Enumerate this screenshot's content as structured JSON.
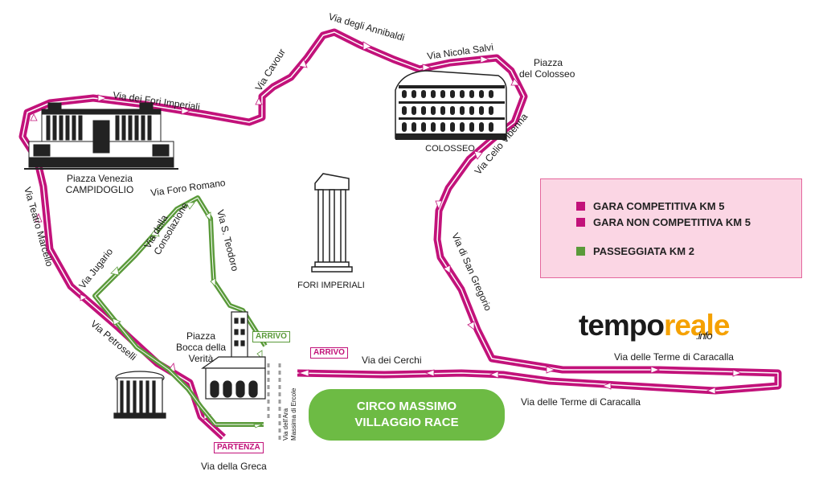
{
  "colors": {
    "competitive": "#c2127a",
    "walk": "#5a9a3a",
    "legend_bg": "#fbd6e4",
    "legend_border": "#e4679d",
    "circo": "#6dbb44",
    "brand_orange": "#f5a100"
  },
  "streets": {
    "fori_imperiali": "Via dei Fori Imperiali",
    "cavour": "Via Cavour",
    "annibaldi": "Via degli Annibaldi",
    "nicola_salvi": "Via Nicola Salvi",
    "piazza_colosseo_1": "Piazza",
    "piazza_colosseo_2": "del Colosseo",
    "celio": "Via Celio Vibenna",
    "san_gregorio": "Via di San Gregorio",
    "caracalla_top": "Via delle Terme di Caracalla",
    "caracalla_bottom": "Via delle Terme di Caracalla",
    "cerchi": "Via dei Cerchi",
    "teatro_marcello": "Via Teatro Marcello",
    "petroselli": "Via Petroselli",
    "greca": "Via della Greca",
    "jugario": "Via Jugario",
    "consolazione_1": "Via della",
    "consolazione_2": "Consolazione",
    "foro_romano": "Via Foro Romano",
    "s_teodoro": "Via S. Teodoro",
    "ara_1": "Via dell'Ara",
    "ara_2": "Massima di Ercole"
  },
  "places": {
    "venezia_1": "Piazza Venezia",
    "venezia_2": "CAMPIDOGLIO",
    "colosseo": "COLOSSEO",
    "fori": "FORI IMPERIALI",
    "bocca_1": "Piazza",
    "bocca_2": "Bocca della",
    "bocca_3": "Verità"
  },
  "tags": {
    "arrivo_walk": "ARRIVO",
    "arrivo_race": "ARRIVO",
    "partenza": "PARTENZA"
  },
  "legend": {
    "items": [
      {
        "label": "GARA COMPETITIVA KM 5",
        "color": "#c2127a"
      },
      {
        "label": "GARA NON COMPETITIVA KM 5",
        "color": "#c2127a"
      },
      {
        "label": "PASSEGGIATA  KM 2",
        "color": "#5a9a3a"
      }
    ]
  },
  "brand": {
    "part1": "tempo",
    "part2": "reale",
    "part3": ".info"
  },
  "circo": {
    "line1": "CIRCO MASSIMO",
    "line2": "VILLAGGIO RACE"
  }
}
